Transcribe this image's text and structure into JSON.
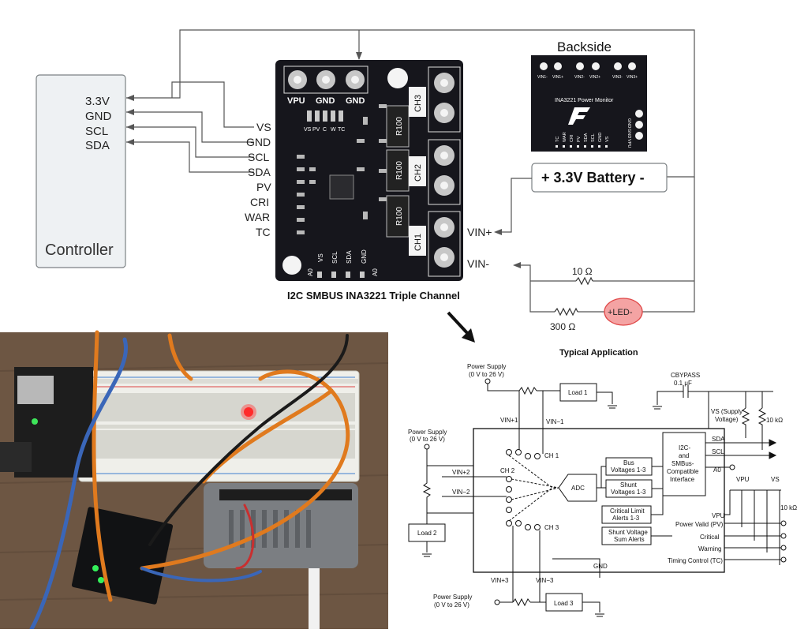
{
  "controller": {
    "title": "Controller",
    "pins": [
      "3.3V",
      "GND",
      "SCL",
      "SDA"
    ]
  },
  "board": {
    "caption": "I2C SMBUS INA3221 Triple Channel",
    "top_labels": [
      "VPU",
      "GND",
      "GND"
    ],
    "side_pins": [
      "VS",
      "GND",
      "SCL",
      "SDA",
      "PV",
      "CRI",
      "WAR",
      "TC"
    ],
    "mini_labels": [
      "VS",
      "PV",
      "C",
      "W",
      "TC"
    ],
    "bottom_labels": [
      "A0",
      "VS",
      "SCL",
      "SDA",
      "GND",
      "A0"
    ],
    "resistors": [
      "R100",
      "R100",
      "R100"
    ],
    "channels": [
      "CH3",
      "CH2",
      "CH1"
    ],
    "vin_plus": "VIN+",
    "vin_minus": "VIN-"
  },
  "backside": {
    "title": "Backside",
    "top_pins": [
      "VIN1-",
      "VIN1+",
      "VIN2-",
      "VIN2+",
      "VIN3-",
      "VIN3+"
    ],
    "center_label": "INA3221 Power Monitor",
    "bottom_pins": [
      "TC",
      "WAR",
      "CRI",
      "PV",
      "SDA",
      "SCL",
      "GND",
      "VS"
    ],
    "right_pins": [
      "GND",
      "GND",
      "VPU"
    ]
  },
  "battery": {
    "label": "+ 3.3V Battery -"
  },
  "resistor_10": {
    "label": "10 Ω"
  },
  "resistor_300": {
    "label": "300 Ω"
  },
  "led": {
    "label": "+LED-"
  },
  "typical": {
    "title": "Typical Application",
    "ps_top": [
      "Power Supply",
      "(0 V to 26 V)"
    ],
    "ps_left": [
      "Power Supply",
      "(0 V to 26 V)"
    ],
    "ps_bottom": [
      "Power Supply",
      "(0 V to 26 V)"
    ],
    "load1": "Load 1",
    "load2": "Load 2",
    "load3": "Load 3",
    "cbypass": [
      "CBYPASS",
      "0.1 μF"
    ],
    "vs_supply": [
      "VS (Supply",
      "Voltage)"
    ],
    "r10k_top": "10 kΩ",
    "r10k_bottom": "10 kΩ",
    "sda": "SDA",
    "scl": "SCL",
    "a0": "A0",
    "i2c_block": [
      "I2C-",
      "and",
      "SMBus-",
      "Compatible",
      "Interface"
    ],
    "bus_block": [
      "Bus",
      "Voltages 1-3"
    ],
    "shunt_block": [
      "Shunt",
      "Voltages 1-3"
    ],
    "adc": "ADC",
    "crit_block": [
      "Critical Limit",
      "Alerts 1-3"
    ],
    "sum_block": [
      "Shunt Voltage",
      "Sum Alerts"
    ],
    "ch1": "CH 1",
    "ch2": "CH 2",
    "ch3": "CH 3",
    "vin1p": "VIN+1",
    "vin1m": "VIN−1",
    "vin2p": "VIN+2",
    "vin2m": "VIN−2",
    "vin3p": "VIN+3",
    "vin3m": "VIN−3",
    "vpu": "VPU",
    "vs": "VS",
    "outputs": [
      "VPU",
      "Power Valid (PV)",
      "Critical",
      "Warning",
      "Timing Control (TC)"
    ],
    "gnd": "GND"
  },
  "colors": {
    "board": "#16161c",
    "photo_bg": "#6d5643",
    "orange_wire": "#e07a1e",
    "blue_wire": "#3a66b8",
    "led": "#ff4b4b",
    "led_fill": "#f4a3a3"
  }
}
